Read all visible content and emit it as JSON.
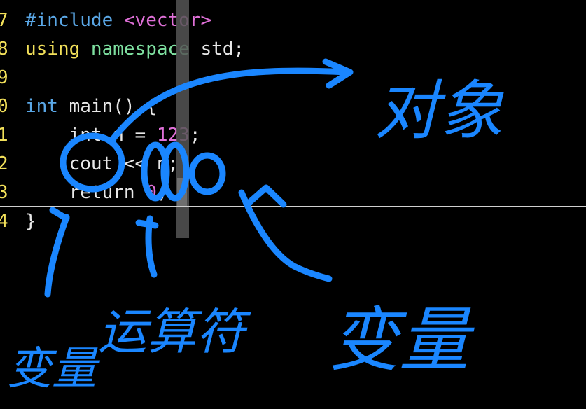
{
  "editor": {
    "lines": [
      {
        "number": "7",
        "segments": [
          {
            "text": "#include ",
            "cls": "kw-pre"
          },
          {
            "text": "<vector>",
            "cls": "kw-str"
          }
        ]
      },
      {
        "number": "8",
        "segments": [
          {
            "text": "using ",
            "cls": "kw-using"
          },
          {
            "text": "namespace ",
            "cls": "kw-ns"
          },
          {
            "text": "std;",
            "cls": ""
          }
        ]
      },
      {
        "number": "9",
        "segments": []
      },
      {
        "number": "0",
        "segments": [
          {
            "text": "int ",
            "cls": "kw-type"
          },
          {
            "text": "main() {",
            "cls": ""
          }
        ]
      },
      {
        "number": "1",
        "segments": [
          {
            "text": "    int n = ",
            "cls": ""
          },
          {
            "text": "123",
            "cls": "num"
          },
          {
            "text": ";",
            "cls": ""
          }
        ]
      },
      {
        "number": "2",
        "segments": [
          {
            "text": "    cout << n;",
            "cls": ""
          }
        ]
      },
      {
        "number": "3",
        "segments": [
          {
            "text": "    return ",
            "cls": ""
          },
          {
            "text": "0",
            "cls": "num"
          },
          {
            "text": ";",
            "cls": ""
          }
        ]
      },
      {
        "number": "4",
        "segments": [
          {
            "text": "}",
            "cls": ""
          }
        ]
      }
    ]
  },
  "annotations": {
    "object_label": "对象",
    "variable_label": "变量",
    "operator_label": "运算符",
    "constant_label": "变量",
    "ink_color": "#1a86ff"
  }
}
